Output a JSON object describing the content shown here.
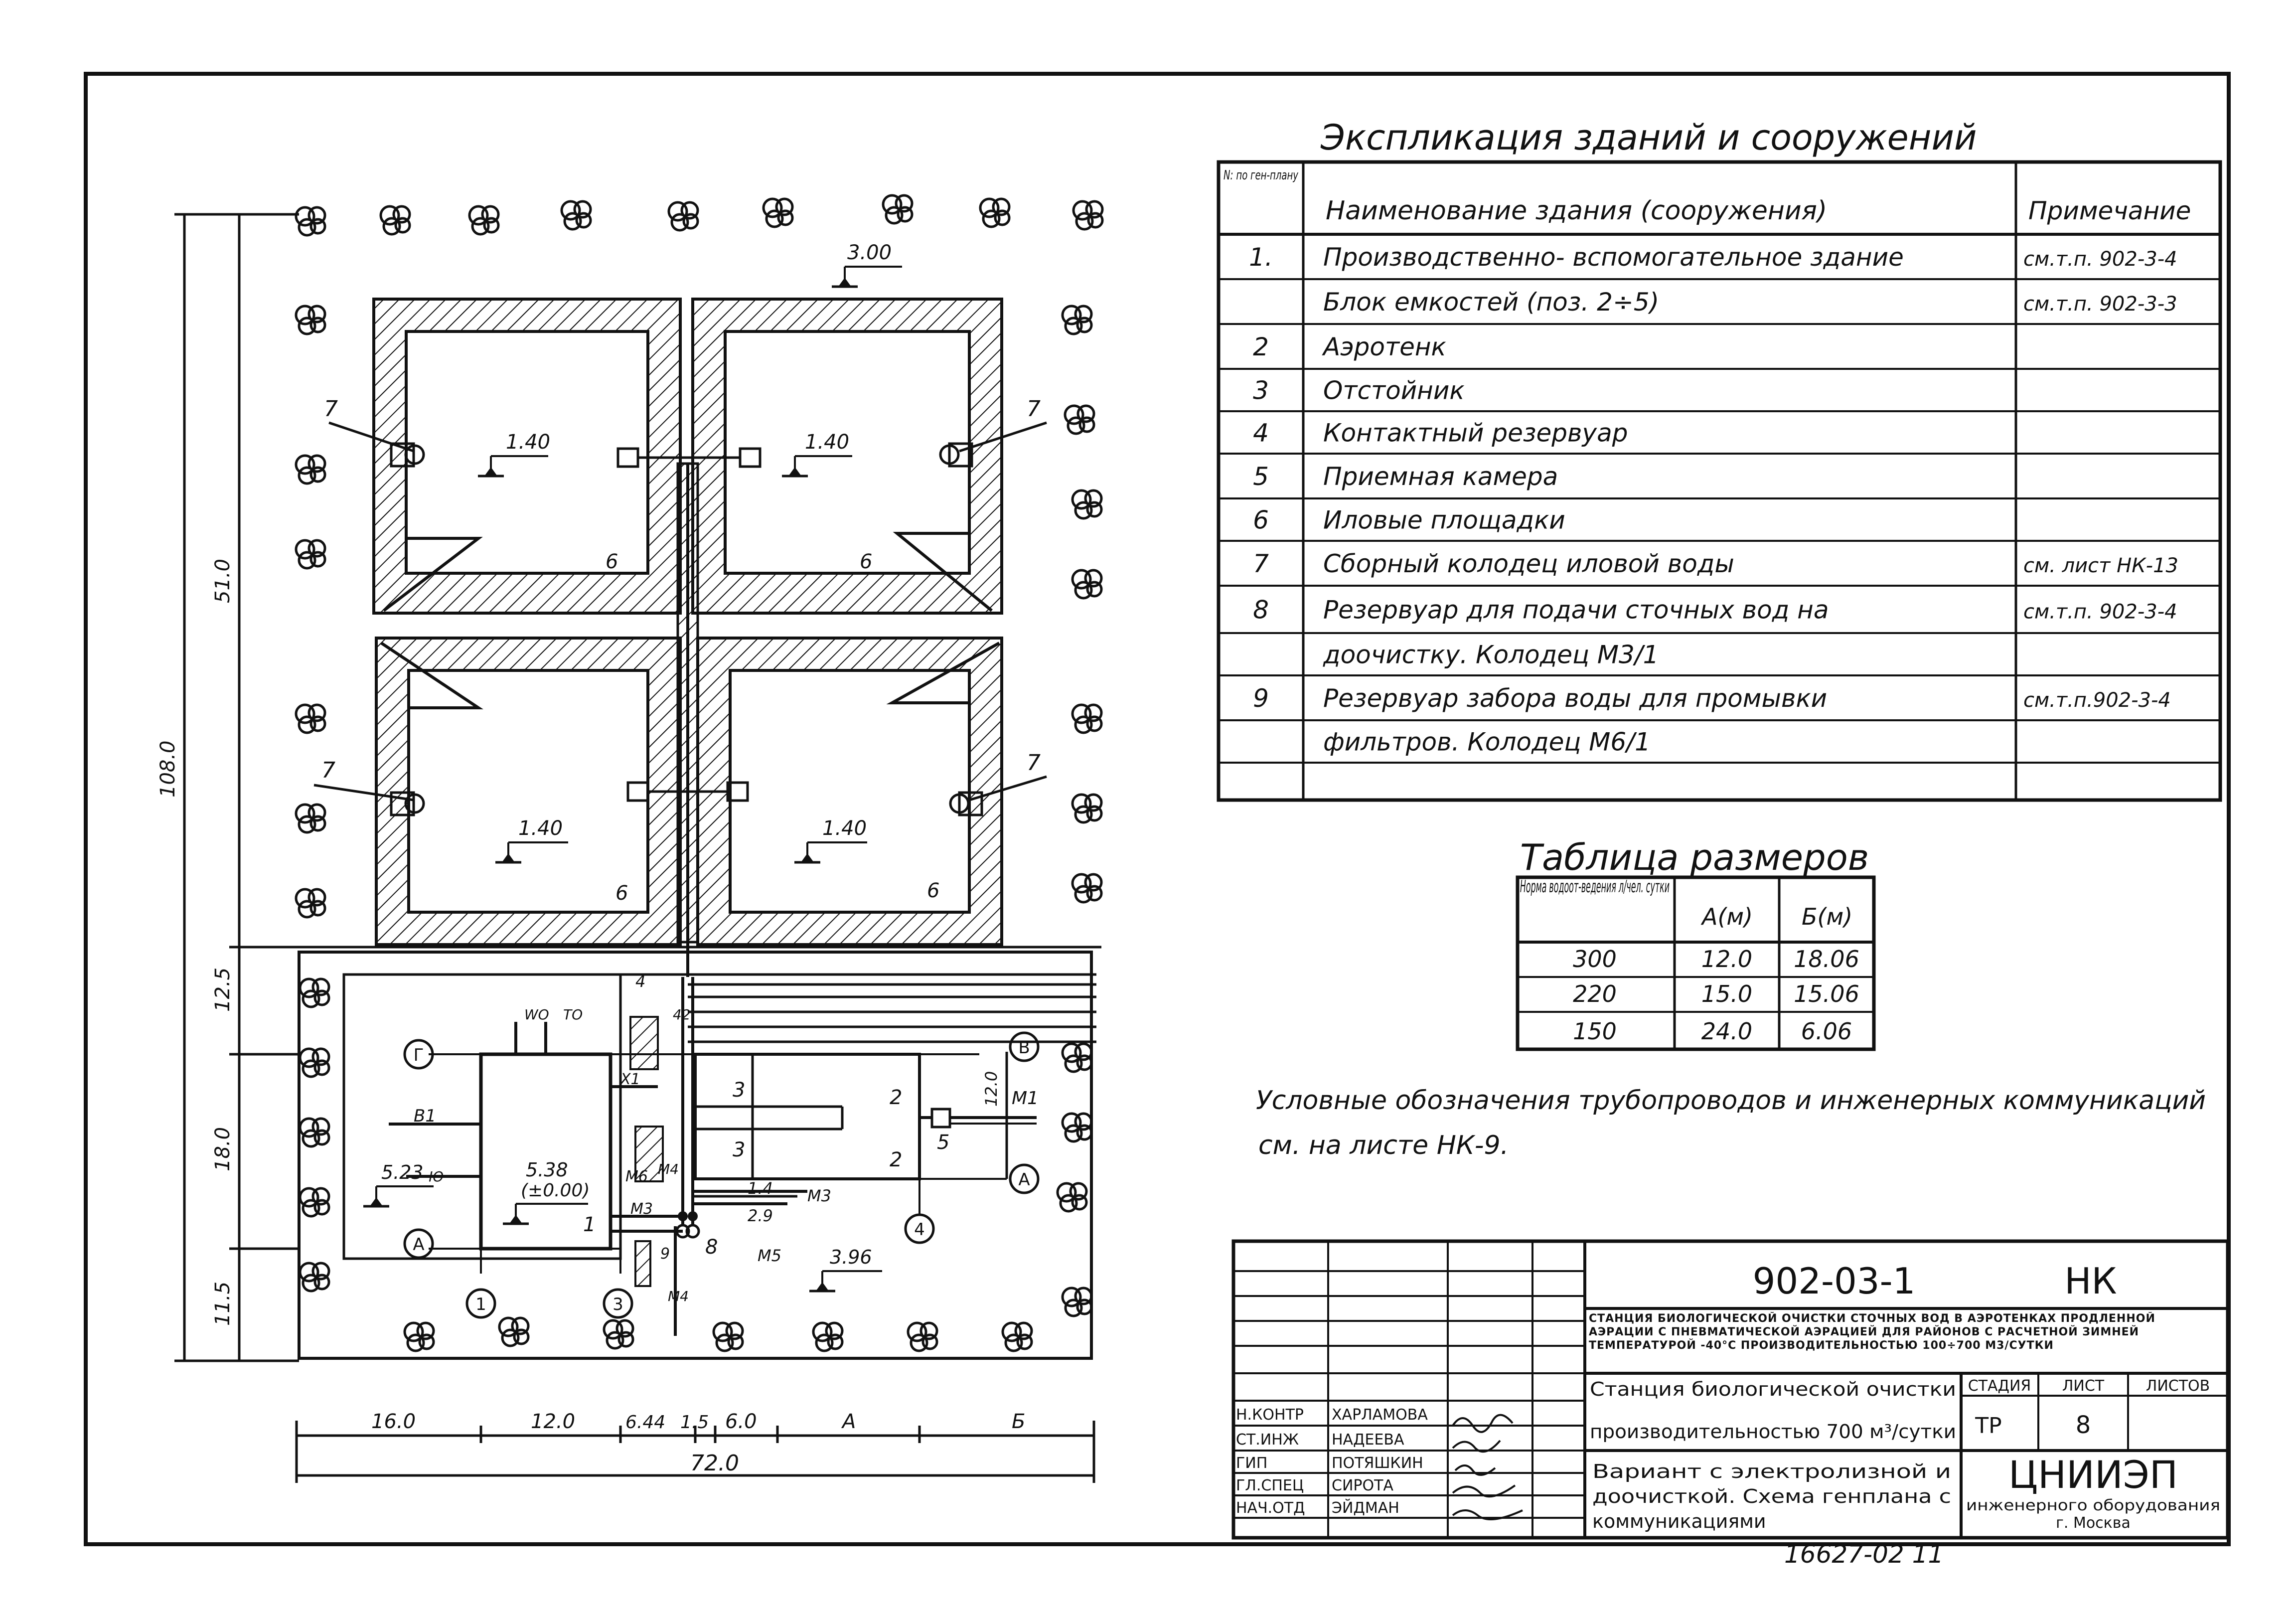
{
  "explication": {
    "title": "Экспликация зданий и сооружений",
    "headers": [
      "N: по ген-плану",
      "Наименование здания (сооружения)",
      "Примечание"
    ],
    "rows": [
      {
        "num": "1.",
        "name": "Производственно- вспомогательное здание",
        "note": "см.т.п. 902-3-4"
      },
      {
        "num": "",
        "name": "Блок емкостей (поз. 2÷5)",
        "note": "см.т.п. 902-3-3"
      },
      {
        "num": "2",
        "name": "Аэротенк",
        "note": ""
      },
      {
        "num": "3",
        "name": "Отстойник",
        "note": ""
      },
      {
        "num": "4",
        "name": "Контактный резервуар",
        "note": ""
      },
      {
        "num": "5",
        "name": "Приемная камера",
        "note": ""
      },
      {
        "num": "6",
        "name": "Иловые площадки",
        "note": ""
      },
      {
        "num": "7",
        "name": "Сборный колодец иловой воды",
        "note": "см. лист НК-13"
      },
      {
        "num": "8",
        "name": "Резервуар для подачи сточных вод на",
        "note": "см.т.п. 902-3-4"
      },
      {
        "num": "",
        "name": "доочистку. Колодец М3/1",
        "note": ""
      },
      {
        "num": "9",
        "name": "Резервуар забора воды для промывки",
        "note": "см.т.п.902-3-4"
      },
      {
        "num": "",
        "name": "фильтров. Колодец М6/1",
        "note": ""
      },
      {
        "num": "",
        "name": "",
        "note": ""
      }
    ]
  },
  "sizes_table": {
    "title": "Таблица размеров",
    "headers": [
      "Норма водоот-ведения л/чел. сутки",
      "А(м)",
      "Б(м)"
    ],
    "rows": [
      [
        "300",
        "12.0",
        "18.06"
      ],
      [
        "220",
        "15.0",
        "15.06"
      ],
      [
        "150",
        "24.0",
        "6.06"
      ]
    ]
  },
  "legend_note": {
    "line1": "Условные обозначения трубопроводов и инженерных коммуникаций",
    "line2": "см. на листе НК-9."
  },
  "plan": {
    "elevations": [
      "3.00",
      "1.40",
      "1.40",
      "1.40",
      "1.40",
      "5.23",
      "5.38",
      "(±0.00)",
      "3.96"
    ],
    "vertical_dims": [
      "108.0",
      "51.0",
      "12.5",
      "18.0",
      "11.5",
      "12.0"
    ],
    "horizontal_dims": [
      "16.0",
      "12.0",
      "6.44",
      "1.5",
      "6.0",
      "А",
      "Б",
      "72.0",
      "1.4",
      "2.9"
    ],
    "axis_letters": [
      "Г",
      "В",
      "А",
      "А"
    ],
    "axis_numbers": [
      "1",
      "3",
      "4"
    ],
    "pipe_labels": [
      "В1",
      "Ю",
      "WO",
      "ТО",
      "Х1",
      "4",
      "42",
      "М6",
      "М4",
      "М3",
      "М3",
      "М5",
      "М1",
      "9",
      "М4"
    ],
    "item_labels": [
      "7",
      "7",
      "7",
      "7",
      "6",
      "6",
      "6",
      "6",
      "3",
      "3",
      "2",
      "2",
      "5",
      "1",
      "8"
    ]
  },
  "title_block": {
    "code": "902-03-1",
    "mark": "НК",
    "project_desc": "СТАНЦИЯ БИОЛОГИЧЕСКОЙ ОЧИСТКИ СТОЧНЫХ ВОД В АЭРОТЕНКАХ ПРОДЛЕННОЙ АЭРАЦИИ С ПНЕВМАТИЧЕСКОЙ АЭРАЦИЕЙ ДЛЯ РАЙОНОВ С РАСЧЕТНОЙ ЗИМНЕЙ ТЕМПЕРАТУРОЙ -40°С ПРОИЗВОДИТЕЛЬНОСТЬЮ 100÷700 М3/СУТКИ",
    "station_line1": "Станция биологической очистки",
    "station_line2": "производительностью 700 м³/сутки",
    "stage_h": "СТАДИЯ",
    "sheet_h": "ЛИСТ",
    "sheets_h": "ЛИСТОВ",
    "stage": "ТР",
    "sheet": "8",
    "sheets": "",
    "variant_line1": "Вариант с электролизной и",
    "variant_line2": "доочисткой. Схема генплана с",
    "variant_line3": "коммуникациями",
    "org_line1": "ЦНИИЭП",
    "org_line2": "инженерного оборудования",
    "org_line3": "г. Москва",
    "roles": [
      {
        "role": "Н.КОНТР",
        "name": "ХАРЛАМОВА"
      },
      {
        "role": "СТ.ИНЖ",
        "name": "НАДЕЕВА"
      },
      {
        "role": "ГИП",
        "name": "ПОТЯШКИН"
      },
      {
        "role": "ГЛ.СПЕЦ",
        "name": "СИРОТА"
      },
      {
        "role": "НАЧ.ОТД",
        "name": "ЭЙДМАН"
      }
    ],
    "bottom_number": "16627-02  11"
  }
}
